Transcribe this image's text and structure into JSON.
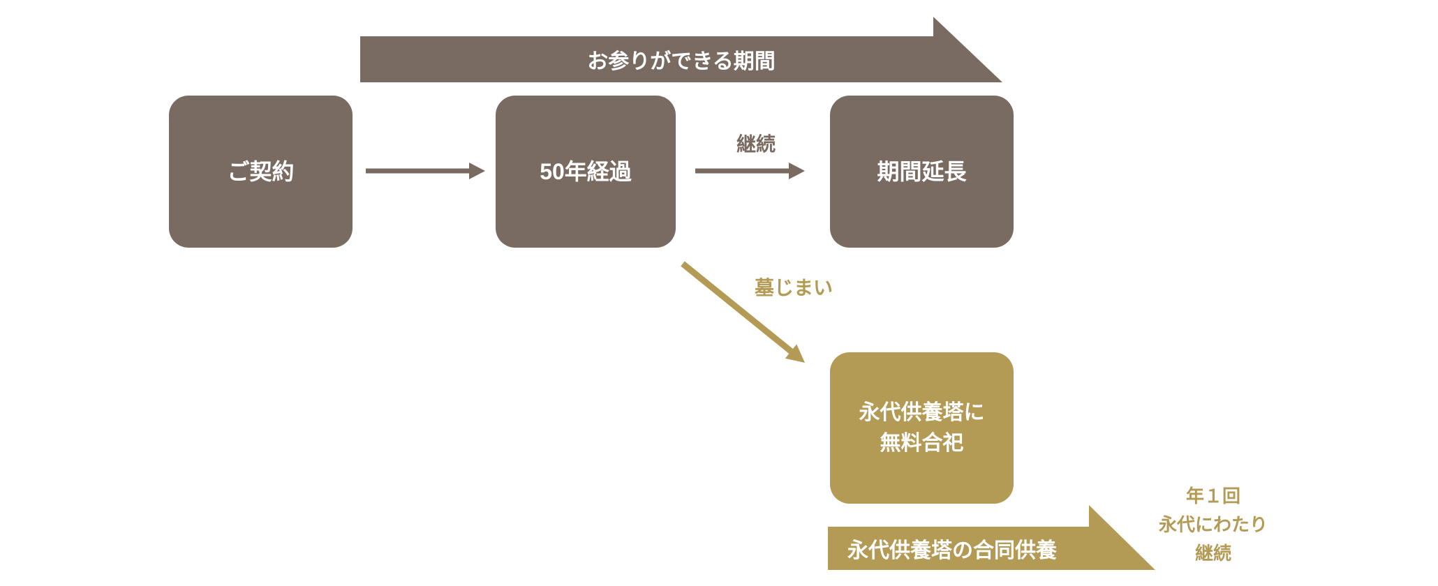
{
  "colors": {
    "brown": "#7a6b62",
    "gold": "#b39a55",
    "text_on_fill": "#ffffff",
    "background": "#ffffff"
  },
  "top_banner": {
    "label": "お参りができる期間"
  },
  "boxes": {
    "contract": {
      "label": "ご契約"
    },
    "elapsed": {
      "label": "50年経過"
    },
    "extension": {
      "label": "期間延長"
    },
    "enshrinement": {
      "line1": "永代供養塔に",
      "line2": "無料合祀"
    }
  },
  "edges": {
    "continue_label": "継続",
    "grave_closing_label": "墓じまい"
  },
  "bottom_banner": {
    "label": "永代供養塔の合同供養"
  },
  "side_note": {
    "line1": "年１回",
    "line2": "永代にわたり",
    "line3": "継続"
  }
}
